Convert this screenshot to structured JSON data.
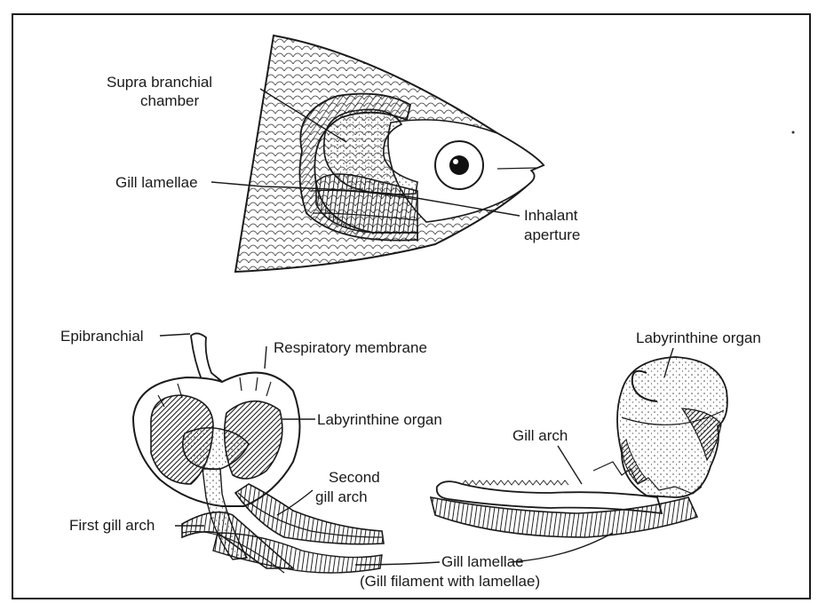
{
  "labels": {
    "supra_branchial_chamber": [
      "Supra branchial",
      "chamber"
    ],
    "gill_lamellae_top": "Gill lamellae",
    "inhalant_aperture": [
      "Inhalant",
      "aperture"
    ],
    "epibranchial": "Epibranchial",
    "respiratory_membrane": "Respiratory membrane",
    "labyrinthine_organ_left": "Labyrinthine organ",
    "second_gill_arch": [
      "Second",
      "gill arch"
    ],
    "first_gill_arch": "First gill arch",
    "gill_lamellae_bottom": "Gill lamellae",
    "gill_filament_note": "(Gill filament with lamellae)",
    "labyrinthine_organ_right": "Labyrinthine organ",
    "gill_arch": "Gill arch"
  }
}
